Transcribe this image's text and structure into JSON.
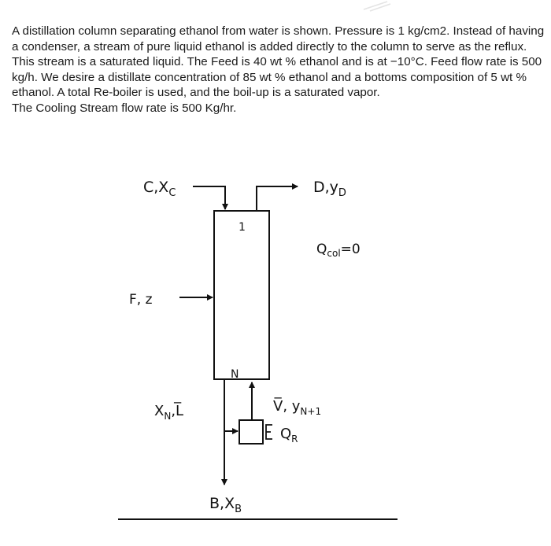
{
  "problem": {
    "paragraph1": "A distillation column separating ethanol from water is shown. Pressure is 1 kg/cm2. Instead of having a condenser, a stream of pure liquid ethanol is added directly to the column to serve as the reflux. This stream is a saturated liquid. The Feed is 40 wt % ethanol and is at −10°C. Feed flow rate is 500 kg/h. We desire a distillate concentration of 85 wt % ethanol and a bottoms composition of 5 wt % ethanol. A total Re-boiler is used, and the boil-up is a saturated vapor.",
    "paragraph2": "The Cooling Stream flow rate is 500 Kg/hr."
  },
  "diagram": {
    "cooling_stream": {
      "main": "C,X",
      "sub": "C"
    },
    "distillate": {
      "main": "D,y",
      "sub": "D"
    },
    "column_heat": {
      "main": "Q",
      "sub": "col",
      "tail": "=0"
    },
    "feed": "F, z",
    "top_stage": "1",
    "bottom_stage": "N",
    "liquid_out": {
      "main": "X",
      "sub": "N",
      "tail": ",L̅"
    },
    "vapor_in": {
      "main": "V̅, y",
      "sub": "N+1"
    },
    "reboiler_heat": {
      "main": "Q",
      "sub": "R"
    },
    "bottoms": {
      "main": "B,X",
      "sub": "B"
    }
  }
}
